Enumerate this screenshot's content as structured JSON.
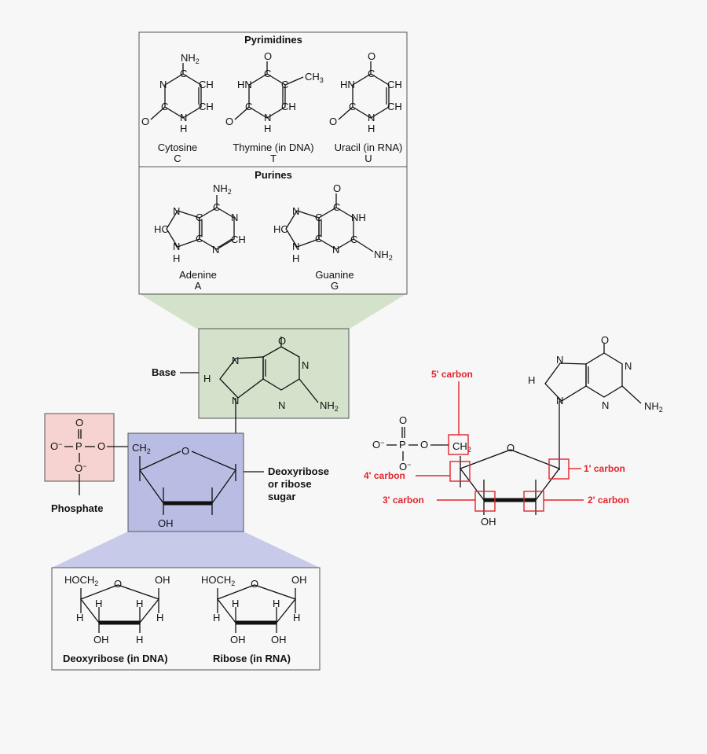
{
  "pyrimidines": {
    "heading": "Pyrimidines",
    "cytosine": {
      "name": "Cytosine",
      "letter": "C"
    },
    "thymine": {
      "name": "Thymine (in DNA)",
      "letter": "T"
    },
    "uracil": {
      "name": "Uracil (in RNA)",
      "letter": "U"
    }
  },
  "purines": {
    "heading": "Purines",
    "adenine": {
      "name": "Adenine",
      "letter": "A"
    },
    "guanine": {
      "name": "Guanine",
      "letter": "G"
    }
  },
  "labels": {
    "base": "Base",
    "phosphate": "Phosphate",
    "sugar_line1": "Deoxyribose",
    "sugar_line2": "or ribose",
    "sugar_line3": "sugar"
  },
  "sugars": {
    "deoxyribose": "Deoxyribose (in DNA)",
    "ribose": "Ribose (in RNA)"
  },
  "carbons": {
    "c5": "5' carbon",
    "c4": "4' carbon",
    "c3": "3' carbon",
    "c2": "2' carbon",
    "c1": "1' carbon"
  },
  "atoms": {
    "N": "N",
    "C": "C",
    "O": "O",
    "H": "H",
    "P": "P",
    "NH": "NH",
    "HN": "HN",
    "CH": "CH",
    "HC": "HC",
    "OH": "OH",
    "NH2": "NH",
    "CH3": "CH",
    "CH2": "CH",
    "HOCH2": "HOCH",
    "O_minus": "O",
    "sub2": "2",
    "sub3": "3",
    "minus": "−"
  },
  "colors": {
    "cytosine": "#d6e5c8",
    "thymine": "#fbe0a0",
    "uracil": "#c5c9bb",
    "adenine": "#f2bda2",
    "guanine": "#b6d6ee",
    "base_box": "#d4e2cc",
    "phosphate_box": "#f6d3d1",
    "sugar_box": "#b9bde3",
    "sugar_fill": "#f8d9b4",
    "red": "#e0262c"
  }
}
